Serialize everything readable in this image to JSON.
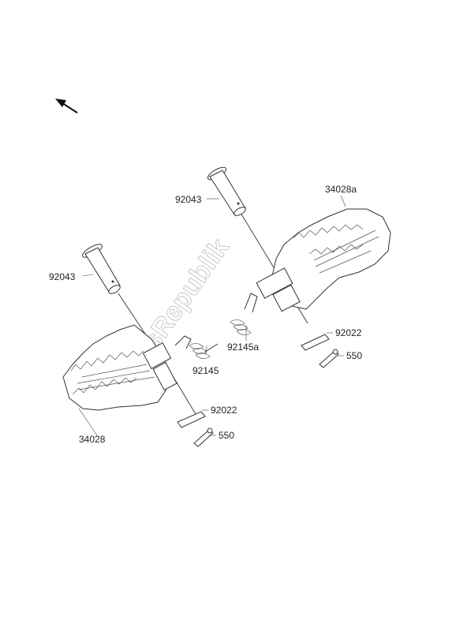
{
  "watermark": "PartsRepublik",
  "labels": {
    "pin_left": "92043",
    "pin_right": "92043",
    "footrest_left": "34028",
    "footrest_right": "34028a",
    "spring_left": "92145",
    "spring_right": "92145a",
    "washer_left": "92022",
    "washer_right": "92022",
    "cotter_left": "550",
    "cotter_right": "550"
  },
  "icons": {
    "direction": "arrow-icon"
  }
}
